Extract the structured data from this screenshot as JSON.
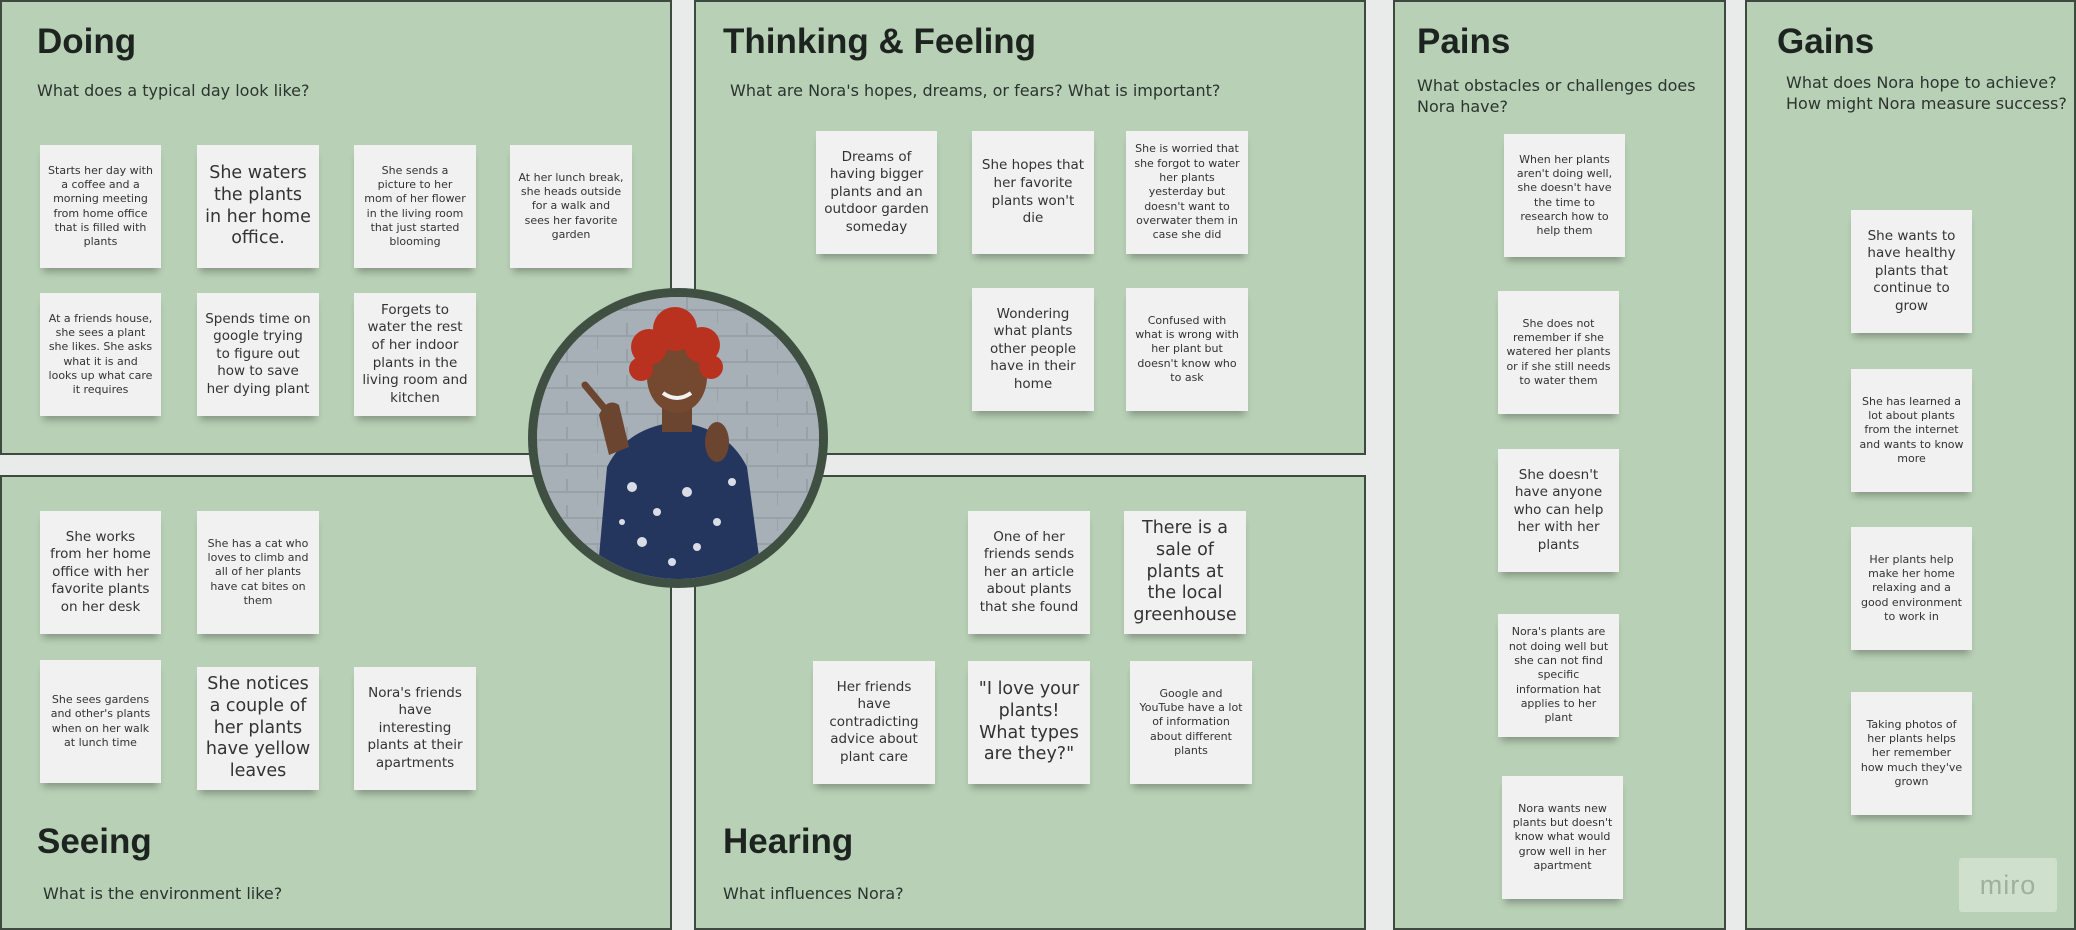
{
  "doing": {
    "title": "Doing",
    "subtitle": "What does a typical day look like?",
    "notes": [
      "Starts her day with a coffee and a morning meeting from home office that is filled with plants",
      "She waters the plants in her home office.",
      "She sends a picture to her mom of her flower in the living room that just started blooming",
      "At her lunch break, she heads outside for a walk and sees her favorite garden",
      "At a friends house, she sees a plant she likes. She asks what it is and looks up what care it requires",
      "Spends time on google trying to figure out how to save her dying plant",
      "Forgets to water the rest of her indoor plants in the living room and kitchen"
    ]
  },
  "thinking": {
    "title": "Thinking & Feeling",
    "subtitle": "What are Nora's hopes, dreams, or fears? What is important?",
    "notes": [
      "Dreams of having bigger plants and an outdoor garden someday",
      "She hopes that her favorite plants won't die",
      "She is worried that she forgot to water her plants yesterday but doesn't want to overwater them in case she did",
      "Wondering what plants other people have in their home",
      "Confused with what is wrong with her plant but doesn't know who to ask"
    ]
  },
  "seeing": {
    "title": "Seeing",
    "subtitle": "What is the environment like?",
    "notes": [
      "She works from her home office with her favorite plants on her desk",
      "She has a cat who loves to climb and all of her plants have cat bites on them",
      "She sees gardens and other's plants when on her walk at lunch time",
      "She notices a couple of her plants have yellow leaves",
      "Nora's friends have interesting plants at their apartments"
    ]
  },
  "hearing": {
    "title": "Hearing",
    "subtitle": "What influences Nora?",
    "notes": [
      "One of her friends sends her an article about plants that she found",
      "There is a sale of plants at the local greenhouse",
      "Her friends have contradicting advice about plant care",
      "\"I love your plants! What types are they?\"",
      "Google and YouTube have a lot of information about different plants"
    ]
  },
  "pains": {
    "title": "Pains",
    "subtitle": "What obstacles or challenges does Nora have?",
    "notes": [
      "When her plants aren't doing well, she doesn't have the time to research how to help them",
      "She does not remember if she watered her plants or if she still needs to water them",
      "She doesn't have anyone who can help her with her plants",
      "Nora's plants are not doing well but she can not find specific information hat applies to her plant",
      "Nora wants new plants but doesn't know what would grow well in her apartment"
    ]
  },
  "gains": {
    "title": "Gains",
    "subtitle": "What does Nora hope to achieve? How might Nora measure success?",
    "notes": [
      "She wants to have healthy plants that continue to grow",
      "She has learned a lot about plants from the internet and wants to know more",
      "Her plants help make her home relaxing and a good environment to work in",
      "Taking photos of her plants helps her remember how much they've grown"
    ]
  },
  "watermark": "miro",
  "colors": {
    "panel": "#b8d0b6",
    "border": "#3e4a40",
    "note": "#f1f1f1",
    "background": "#e9ebea"
  }
}
